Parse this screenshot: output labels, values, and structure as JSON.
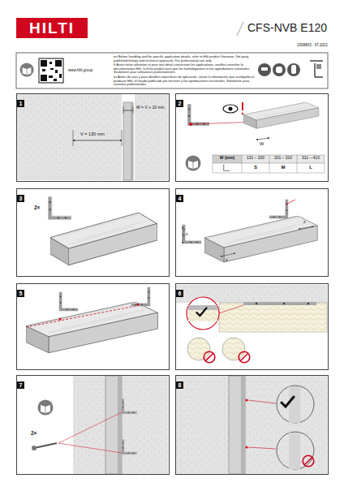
{
  "diagram": {
    "title": "CFS-NVB E120",
    "nodes": [
      {
        "text": [
          "1"
        ]
      },
      {
        "text": [
          "2"
        ]
      },
      {
        "text": [
          "3"
        ]
      },
      {
        "text": [
          "4"
        ]
      },
      {
        "text": [
          "5"
        ]
      },
      {
        "text": [
          "6"
        ]
      },
      {
        "text": [
          "7"
        ]
      },
      {
        "text": [
          "8"
        ]
      }
    ],
    "labels": [
      "HILTI",
      "2368803 - 07.2021",
      "www.hilti.group",
      "en Before handling and for specific application details, refer to Hilti product literature, 3rd party published listings and technical approvals. For professional use only.",
      "fr Avant toute utilisation et pour tout détail concernant les applications, veuillez consulter la documentation Hilti, la fiche produit ainsi que les homologations et les approbations nationales. Seulement pour utilisateurs professionnels.",
      "es Antes de usar y para detalles específicos de aplicación, véase la información que acompaña al producto Hilti, el listado publicado por terceros y las aprobaciones nacionales. Solamente para usuarios profesionales.",
      "V = 130 mm",
      "W = V + 10 mm",
      "W",
      "W (mm)",
      "131 – 200",
      "201 – 310",
      "311 – 410",
      "S",
      "M",
      "L",
      "2×",
      "x",
      "x",
      "x",
      "2×"
    ]
  }
}
